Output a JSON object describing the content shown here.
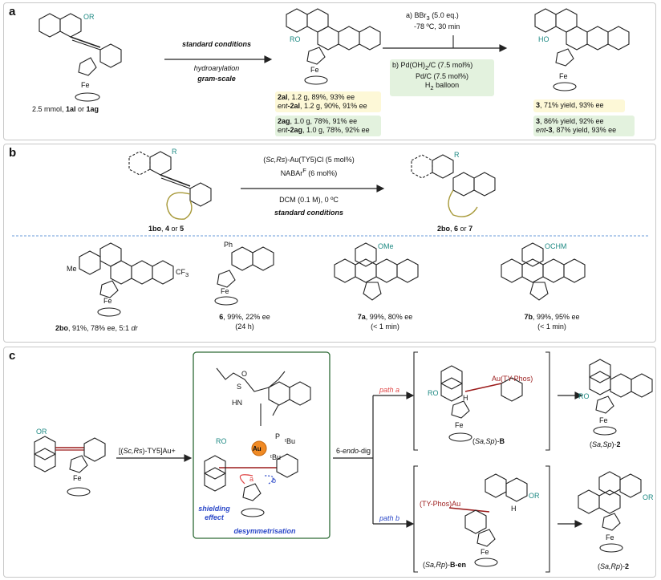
{
  "colors": {
    "yellow_box": "#fdf8d7",
    "green_box": "#e3f2de",
    "alkyne_red": "#9b1b1b",
    "teal": "#1f8a84",
    "blue": "#2b48c8",
    "olive_ring": "#a89a3a",
    "gold_au": "#f08a24"
  },
  "panel_a": {
    "label": "a",
    "sm": {
      "or": "OR",
      "fe": "Fe",
      "caption_pre": "2.5 mmol, ",
      "c1": "1al",
      "c_or": " or ",
      "c2": "1ag"
    },
    "cond": {
      "l1": "standard conditions",
      "l2": "hydroarylation",
      "l3": "gram-scale"
    },
    "prod": {
      "ro": "RO",
      "fe": "Fe"
    },
    "y1": {
      "a": "2al",
      "b": ", 1.2 g, 89%, 93% ee",
      "c": "ent",
      "d": "-2al",
      "e": ", 1.2 g, 90%, 91% ee"
    },
    "y2": {
      "a": "2ag",
      "b": ", 1.0 g, 78%, 91% ee",
      "c": "ent",
      "d": "-2ag",
      "e": ", 1.0 g, 78%, 92% ee"
    },
    "r1": {
      "l1": "a) BBr",
      "l1s": "3",
      "l1b": " (5.0 eq.)",
      "l2": "-78 ºC, 30 min"
    },
    "r2": {
      "l1": "b) Pd(OH)",
      "l1s": "2",
      "l1b": "/C (7.5 mol%)",
      "l2": "Pd/C (7.5 mol%)",
      "l3": "H",
      "l3s": "2",
      "l3b": " balloon"
    },
    "final": {
      "ho": "HO",
      "fe": "Fe"
    },
    "f1": {
      "a": "3",
      "b": ", 71% yield, 93% ee"
    },
    "f2": {
      "a": "3",
      "b": ", 86% yield, 92% ee",
      "c": "ent",
      "d": "-3",
      "e": ", 87% yield, 93% ee"
    }
  },
  "panel_b": {
    "label": "b",
    "r": "R",
    "cond": {
      "l1a": "(",
      "l1b": "Sc,Rs",
      "l1c": ")-Au(TY5)Cl (5 mol%)",
      "l2a": "NABAr",
      "l2b": "F",
      "l2c": " (6 mol%)",
      "l3": "DCM (0.1 M), 0 ºC",
      "l4": "standard conditions"
    },
    "sm_caption": {
      "a": "1bo",
      "b": ", ",
      "c": "4",
      "d": " or ",
      "e": "5"
    },
    "prod_caption": {
      "a": "2bo",
      "b": ", ",
      "c": "6",
      "d": " or ",
      "e": "7"
    },
    "ex1": {
      "me": "Me",
      "cf3": "CF",
      "cf3s": "3",
      "fe": "Fe",
      "cap_a": "2bo",
      "cap_b": ", 91%, 78% ee, 5:1 ",
      "cap_c": "dr"
    },
    "ex2": {
      "ph": "Ph",
      "fe": "Fe",
      "cap_a": "6",
      "cap_b": ", 99%, 22% ee",
      "cap_c": "(24 h)"
    },
    "ex3": {
      "ome": "OMe",
      "cap_a": "7a",
      "cap_b": ", 99%, 80% ee",
      "cap_c": "(< 1 min)"
    },
    "ex4": {
      "ochm": "OCHM",
      "cap_a": "7b",
      "cap_b": ", 99%, 95% ee",
      "cap_c": "(< 1 min)"
    }
  },
  "panel_c": {
    "label": "c",
    "sm": {
      "or": "OR",
      "fe": "Fe"
    },
    "reagent": {
      "a": "[(",
      "b": "Sc,Rs",
      "c": ")-TY5]Au+"
    },
    "ts": {
      "s_o": "S",
      "o": "O",
      "hn": "HN",
      "p": "P",
      "tbu1": "ᵗBu",
      "tbu2": "ᵗBu",
      "ro": "RO",
      "au": "Au",
      "a": "a",
      "b": "b",
      "shielding": "shielding effect",
      "desym": "desymmetrisation"
    },
    "endo": {
      "a": "6-",
      "b": "endo",
      "c": "-dig"
    },
    "path_a": "path a",
    "path_b": "path b",
    "ia": {
      "ro": "RO",
      "h": "H",
      "au": "Au(TY-Phos)",
      "fe": "Fe",
      "cap_a": "(",
      "cap_b": "Sa,Sp",
      "cap_c": ")-",
      "cap_d": "B"
    },
    "ib": {
      "au": "(TY-Phos)Au",
      "h": "H",
      "or": "OR",
      "fe": "Fe",
      "cap_a": "(",
      "cap_b": "Sa,Rp",
      "cap_c": ")-",
      "cap_d": "B-en"
    },
    "pa": {
      "ro": "RO",
      "fe": "Fe",
      "cap_a": "(",
      "cap_b": "Sa,Sp",
      "cap_c": ")-",
      "cap_d": "2"
    },
    "pb": {
      "or": "OR",
      "fe": "Fe",
      "cap_a": "(",
      "cap_b": "Sa,Rp",
      "cap_c": ")-",
      "cap_d": "2"
    }
  }
}
